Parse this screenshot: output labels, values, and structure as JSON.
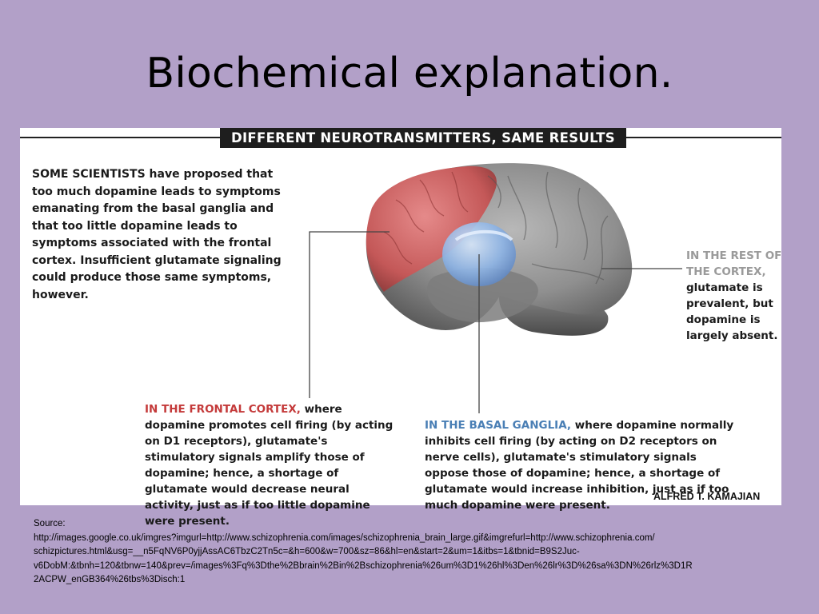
{
  "slide": {
    "title": "Biochemical explanation."
  },
  "figure": {
    "header": "DIFFERENT NEUROTRANSMITTERS, SAME RESULTS",
    "intro": {
      "lead": "SOME SCIENTISTS",
      "text": " have proposed that too much dopamine leads to symptoms emanating from the basal ganglia and that too little dopamine leads to symptoms associated with the frontal cortex. Insufficient glutamate signaling could produce those same symptoms, however."
    },
    "rest_of_cortex": {
      "head": "IN THE REST OF THE CORTEX,",
      "text": " glutamate is prevalent, but dopamine is largely absent."
    },
    "frontal_cortex": {
      "head": "IN THE FRONTAL CORTEX,",
      "text": " where dopamine promotes cell firing (by acting on D1 receptors), glutamate's stimulatory signals amplify those of dopamine; hence, a shortage of glutamate would decrease neural activity, just as if too little dopamine were present."
    },
    "basal_ganglia": {
      "head": "IN THE BASAL GANGLIA,",
      "text": " where dopamine normally inhibits cell firing (by acting on D2 receptors on nerve cells), glutamate's stimulatory signals oppose those of dopamine; hence, a shortage of glutamate would increase inhibition, just as if too much dopamine were present."
    },
    "credit": "ALFRED T. KAMAJIAN",
    "colors": {
      "frontal": "#c43a3a",
      "basal": "#4a7fb5",
      "cortex": "#8a8a8a"
    }
  },
  "source": {
    "lines": [
      "Source:",
      "http://images.google.co.uk/imgres?imgurl=http://www.schizophrenia.com/images/schizophrenia_brain_large.gif&imgrefurl=http://www.schizophrenia.com/",
      "schizpictures.html&usg=__n5FqNV6P0yjjAssAC6TbzC2Tn5c=&h=600&w=700&sz=86&hl=en&start=2&um=1&itbs=1&tbnid=B9S2Juc-",
      "v6DobM:&tbnh=120&tbnw=140&prev=/images%3Fq%3Dthe%2Bbrain%2Bin%2Bschizophrenia%26um%3D1%26hl%3Den%26lr%3D%26sa%3DN%26rlz%3D1R",
      "2ACPW_enGB364%26tbs%3Disch:1"
    ]
  }
}
